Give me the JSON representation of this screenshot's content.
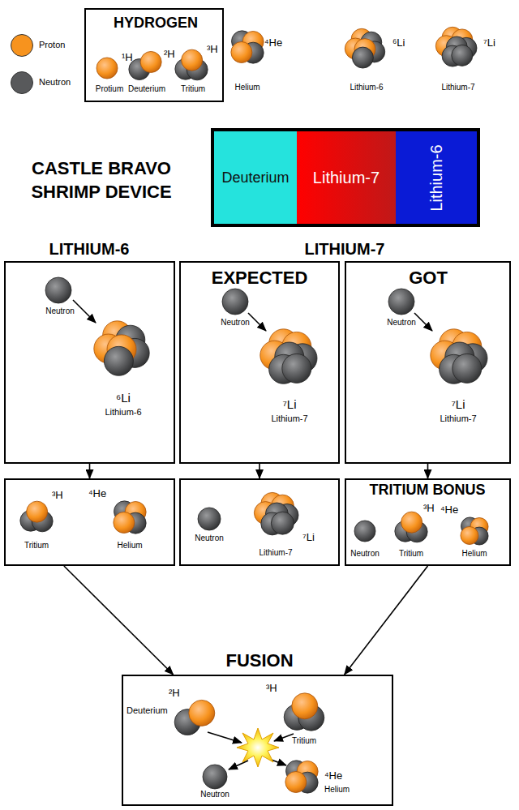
{
  "diagram": {
    "nodes": [
      {
        "text": [
          "HYDROGEN",
          "¹H",
          "Protium",
          "²H",
          "Deuterium",
          "³H",
          "Tritium"
        ]
      },
      {
        "text": [
          "Deuterium"
        ]
      },
      {
        "text": [
          "Lithium-7"
        ]
      },
      {
        "text": [
          "Lithium-6"
        ]
      },
      {
        "text": [
          "Neutron",
          "⁶Li",
          "Lithium-6"
        ]
      },
      {
        "text": [
          "EXPECTED",
          "Neutron",
          "⁷Li",
          "Lithium-7"
        ]
      },
      {
        "text": [
          "GOT",
          "Neutron",
          "⁷Li",
          "Lithium-7"
        ]
      },
      {
        "text": [
          "³H",
          "Tritium",
          "⁴He",
          "Helium"
        ]
      },
      {
        "text": [
          "Neutron",
          "⁷Li",
          "Lithium-7"
        ]
      },
      {
        "text": [
          "TRITIUM BONUS",
          "Neutron",
          "³H",
          "Tritium",
          "⁴He",
          "Helium"
        ]
      },
      {
        "text": [
          "FUSION",
          "²H",
          "Deuterium",
          "³H",
          "Tritium",
          "Neutron",
          "⁴He",
          "Helium"
        ]
      }
    ],
    "edges": [
      {
        "from": 4,
        "to": 7,
        "arrow": "to"
      },
      {
        "from": 5,
        "to": 8,
        "arrow": "to"
      },
      {
        "from": 6,
        "to": 9,
        "arrow": "to"
      },
      {
        "from": 7,
        "to": 10,
        "arrow": "to"
      },
      {
        "from": 9,
        "to": 10,
        "arrow": "to"
      }
    ],
    "labels": [
      "⁴He",
      "Helium",
      "⁶Li",
      "Lithium-6",
      "⁷Li",
      "Lithium-7",
      "CASTLE BRAVO SHRIMP DEVICE",
      "LITHIUM-6",
      "LITHIUM-7"
    ],
    "legend": [
      {
        "text": "Proton",
        "color": "#f7931e"
      },
      {
        "text": "Neutron",
        "color": "#58595b"
      }
    ]
  }
}
